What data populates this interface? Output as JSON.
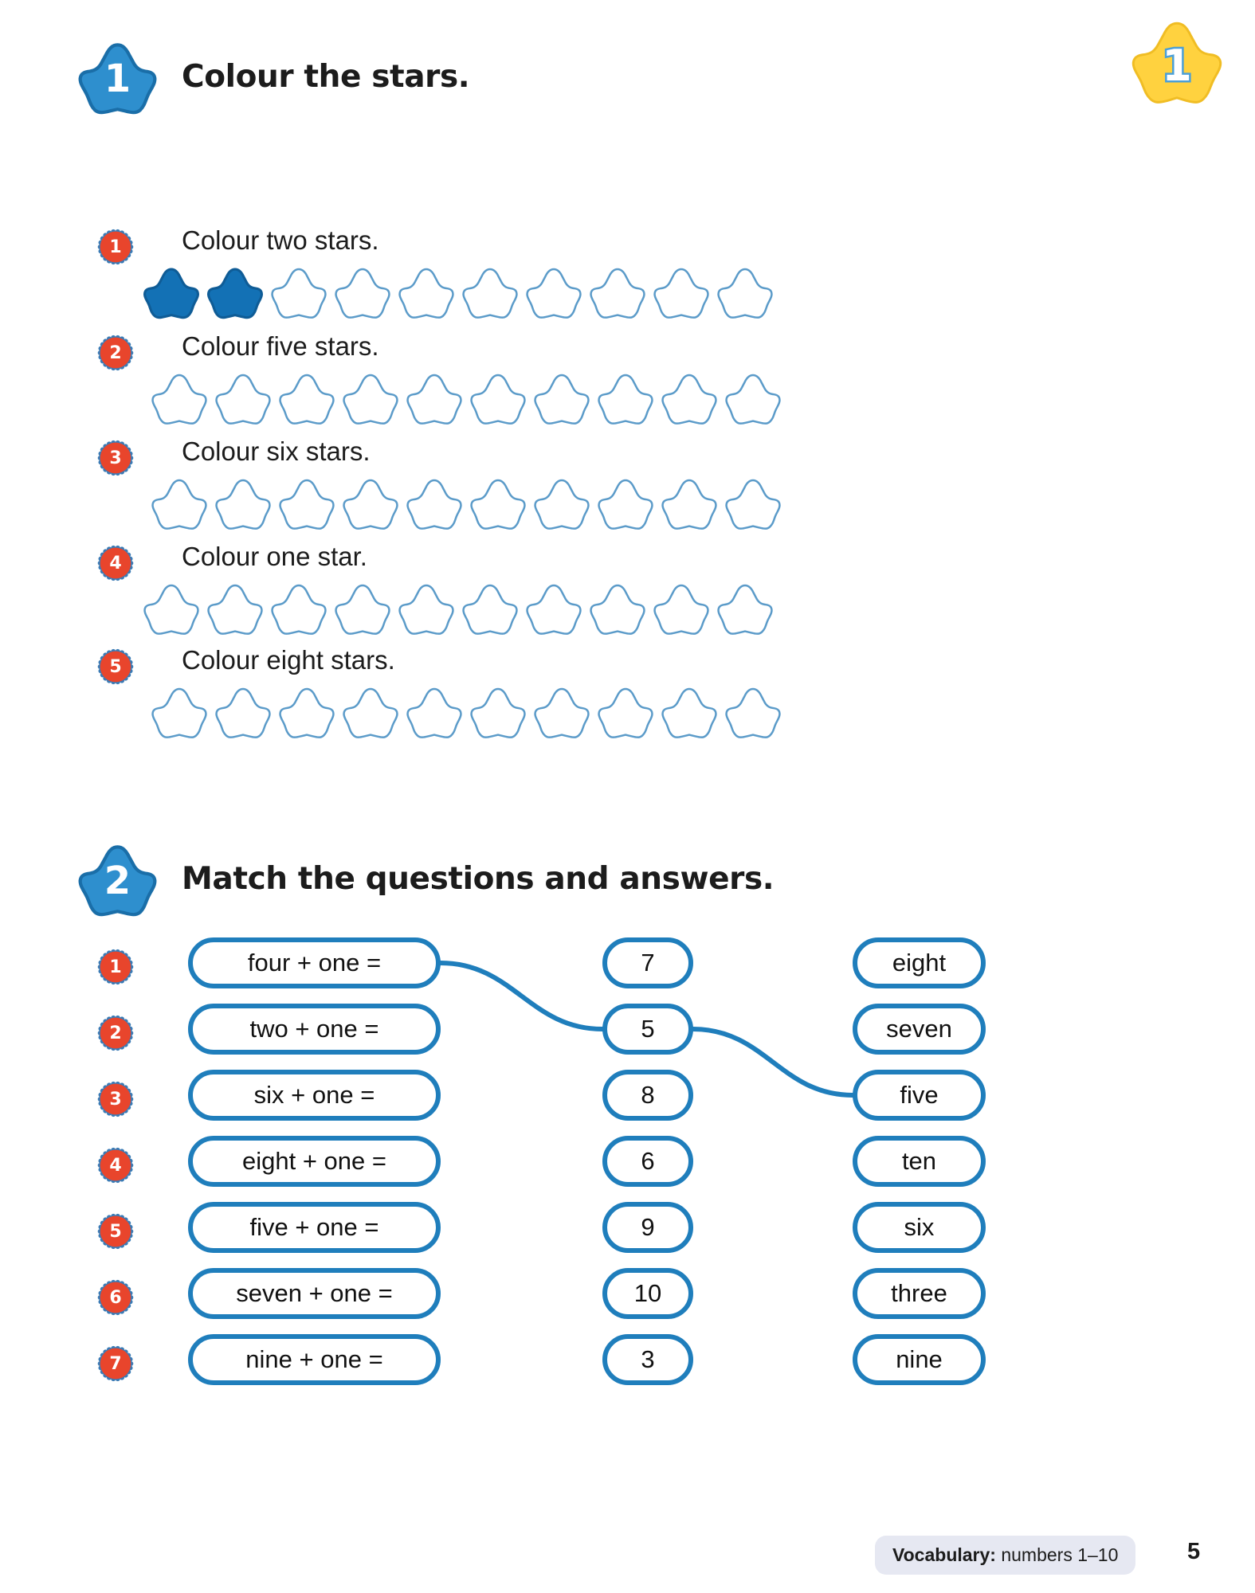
{
  "page": {
    "number": "5",
    "corner_badge": {
      "icon": "yellow-star",
      "label": "1"
    }
  },
  "footer": {
    "vocabulary_label": "Vocabulary:",
    "vocabulary_value": " numbers 1–10"
  },
  "colors": {
    "blue": "#1f7ebc",
    "blue_light": "#3b9bd4",
    "star_outline": "#5b9bc9",
    "star_fill": "#1371b5",
    "badge_red": "#e8452c",
    "badge_dot_blue": "#3b7bb5",
    "yellow": "#ffd23f",
    "vocab_bg": "#e6e8f2"
  },
  "exercise1": {
    "badge": "1",
    "title": "Colour the stars.",
    "items": [
      {
        "n": "1",
        "text": "Colour two stars.",
        "total": 10,
        "filled": 2
      },
      {
        "n": "2",
        "text": "Colour five stars.",
        "total": 10,
        "filled": 0
      },
      {
        "n": "3",
        "text": "Colour six stars.",
        "total": 10,
        "filled": 0
      },
      {
        "n": "4",
        "text": "Colour one star.",
        "total": 10,
        "filled": 0
      },
      {
        "n": "5",
        "text": "Colour eight stars.",
        "total": 10,
        "filled": 0
      }
    ]
  },
  "exercise2": {
    "badge": "2",
    "title": "Match the questions and answers.",
    "rows": [
      {
        "n": "1",
        "question": "four + one =",
        "number": "7",
        "answer": "eight"
      },
      {
        "n": "2",
        "question": "two + one =",
        "number": "5",
        "answer": "seven"
      },
      {
        "n": "3",
        "question": "six + one =",
        "number": "8",
        "answer": "five"
      },
      {
        "n": "4",
        "question": "eight + one =",
        "number": "6",
        "answer": "ten"
      },
      {
        "n": "5",
        "question": "five + one =",
        "number": "9",
        "answer": "six"
      },
      {
        "n": "6",
        "question": "seven + one =",
        "number": "10",
        "answer": "three"
      },
      {
        "n": "7",
        "question": "nine + one =",
        "number": "3",
        "answer": "nine"
      }
    ],
    "connections": [
      {
        "from": "question-1",
        "to": "number-2"
      },
      {
        "from": "number-2",
        "to": "answer-3"
      }
    ]
  }
}
